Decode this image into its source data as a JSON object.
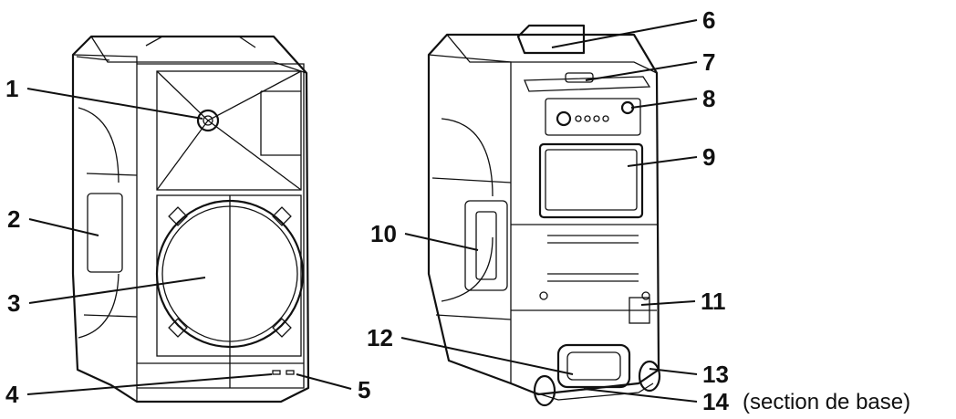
{
  "callouts": [
    {
      "id": "1",
      "label": "1"
    },
    {
      "id": "2",
      "label": "2"
    },
    {
      "id": "3",
      "label": "3"
    },
    {
      "id": "4",
      "label": "4"
    },
    {
      "id": "5",
      "label": "5"
    },
    {
      "id": "6",
      "label": "6"
    },
    {
      "id": "7",
      "label": "7"
    },
    {
      "id": "8",
      "label": "8"
    },
    {
      "id": "9",
      "label": "9"
    },
    {
      "id": "10",
      "label": "10"
    },
    {
      "id": "11",
      "label": "11"
    },
    {
      "id": "12",
      "label": "12"
    },
    {
      "id": "13",
      "label": "13"
    },
    {
      "id": "14",
      "label": "14"
    }
  ],
  "base_note": "(section de base)"
}
